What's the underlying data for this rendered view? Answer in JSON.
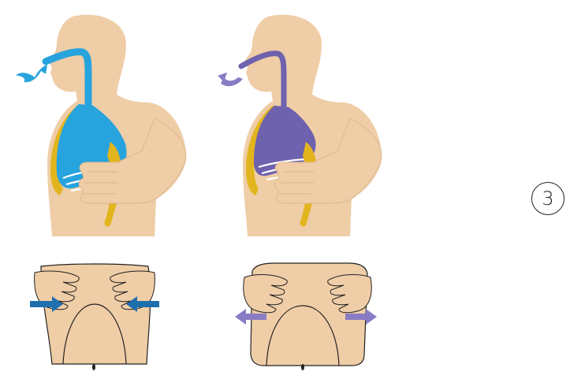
{
  "step_number": "3",
  "colors": {
    "skin": "#efcda6",
    "skin_shadow": "#ddb88e",
    "ribs": "#e2b51e",
    "ribs_dark": "#b7881a",
    "inhale_lung": "#27a3de",
    "exhale_lung": "#6e61ad",
    "inhale_arrow": "#1e6fae",
    "exhale_arrow": "#8a7cc4",
    "outline": "#111111"
  },
  "panels": [
    {
      "phase": "inhale",
      "lung_color": "#27a3de",
      "arrow_direction": "inward",
      "airflow": "in"
    },
    {
      "phase": "exhale",
      "lung_color": "#6e61ad",
      "arrow_direction": "outward",
      "airflow": "out"
    }
  ]
}
